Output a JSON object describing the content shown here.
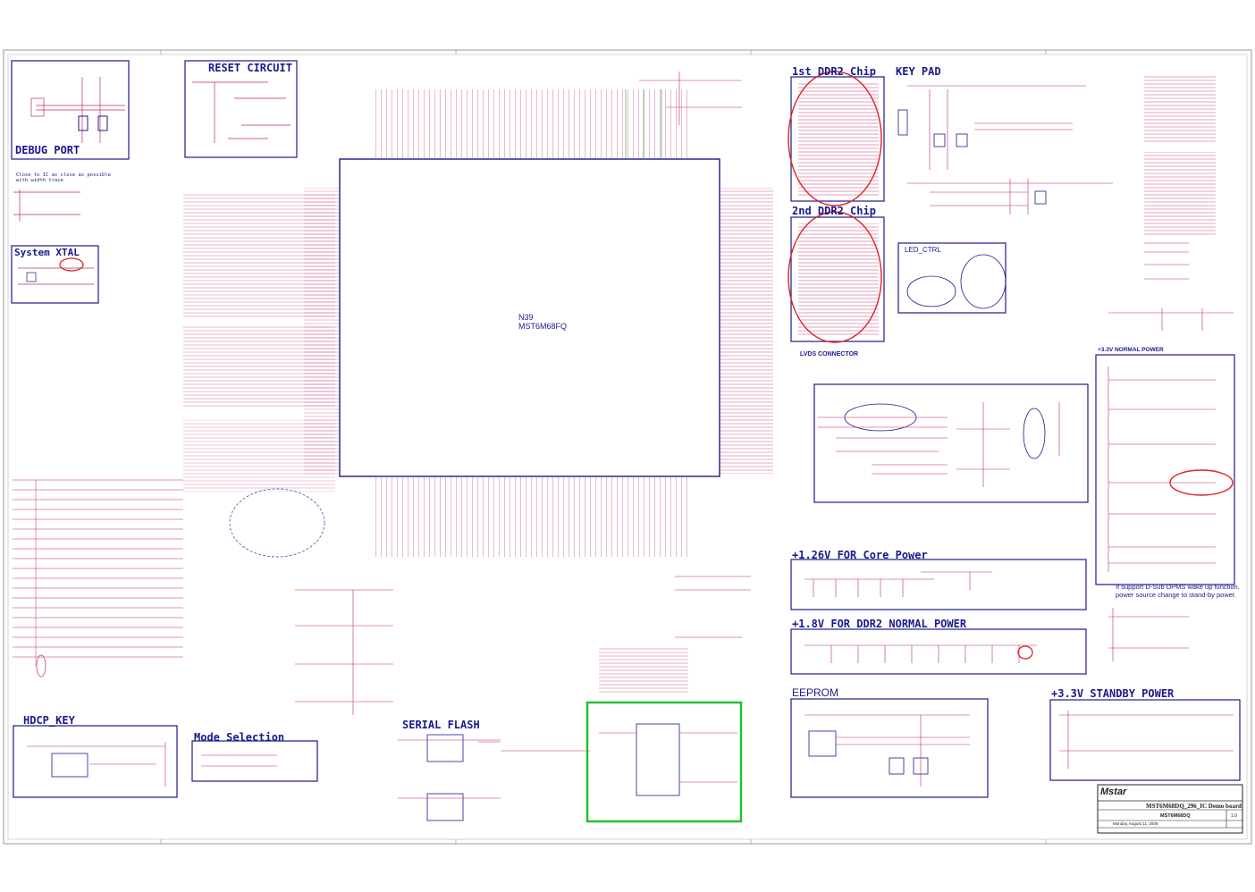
{
  "sections": {
    "reset": "RESET CIRCUIT",
    "debug": "DEBUG PORT",
    "xtal": "System XTAL",
    "hdcp": "HDCP_KEY",
    "mode": "Mode Selection",
    "flash": "SERIAL FLASH",
    "ddr1": "1st DDR2 Chip",
    "ddr2": "2nd DDR2 Chip",
    "keypad": "KEY PAD",
    "led": "LED_CTRL",
    "lvds": "LVDS CONNECTOR",
    "core": "+1.26V FOR Core Power",
    "ddrpower": "+1.8V FOR DDR2 NORMAL POWER",
    "eeprom": "EEPROM",
    "normal33": "+3.3V NORMAL POWER",
    "standby33": "+3.3V STANDBY POWER"
  },
  "chip": {
    "ref": "N39",
    "part": "MST6M68FQ"
  },
  "notes": {
    "dsub_1": "If support D-Sub DPMS wake up function,",
    "dsub_2": "power source change to stand-by power.",
    "close_ic": "Close to IC as close as possible",
    "close_ic2": "with width trace"
  },
  "title_block": {
    "brand": "Mstar",
    "title": "MST6M68DQ_296_IC Demo board",
    "doc_no": "MST6M68DQ",
    "rev": "1.0",
    "date": "Monday, August 11, 2008"
  }
}
